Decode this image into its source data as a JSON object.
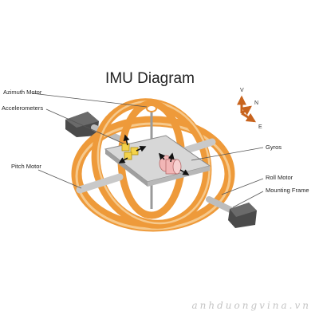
{
  "title": "IMU Diagram",
  "labels": {
    "azimuth_motor": "Azimuth Motor",
    "accelerometers": "Accelerometers",
    "pitch_motor": "Pitch Motor",
    "gyros": "Gyros",
    "roll_motor": "Roll Motor",
    "mounting_frame": "Mounting Frame"
  },
  "compass": {
    "v": "V",
    "n": "N",
    "e": "E"
  },
  "watermark": "anhduongvina.vn",
  "colors": {
    "gimbal": "#ee9a3a",
    "gimbal_inner": "#f6c98c",
    "compass_arrow": "#c8641e",
    "accelerometer": "#f3d24a",
    "gyro": "#f2b6b6",
    "mount": "#4a4a4a",
    "platform": "#d7d7d7"
  }
}
